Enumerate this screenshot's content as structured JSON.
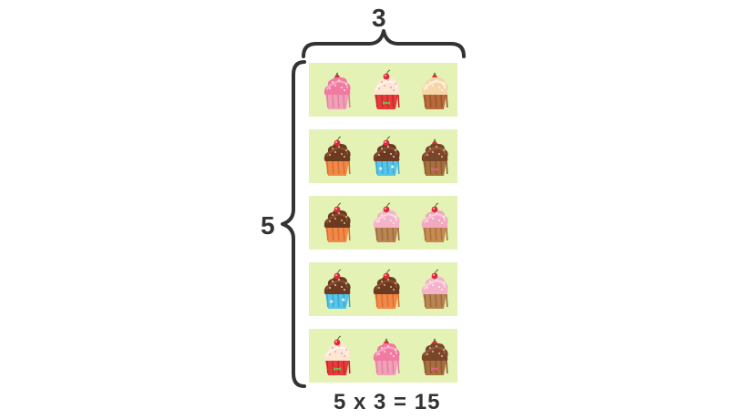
{
  "top_count": "3",
  "side_count": "5",
  "equation": "5 x 3 = 15",
  "colors": {
    "panel": "#e4f2b6",
    "brace": "#333333",
    "text": "#333333"
  },
  "rows": [
    [
      "pink-frosted-cupcake-icon",
      "cherry-cream-cupcake-icon",
      "cream-chocolate-cupcake-icon"
    ],
    [
      "chocolate-cherry-cupcake-icon",
      "cherry-blue-cupcake-icon",
      "chocolate-bow-cupcake-icon"
    ],
    [
      "chocolate-cherry-cupcake-icon",
      "pink-cream-cupcake-icon",
      "pink-cherry-cupcake-icon"
    ],
    [
      "cherry-blue-cupcake-icon",
      "chocolate-cherry-cupcake-icon",
      "pink-cream-cupcake-icon"
    ],
    [
      "cherry-cream-cupcake-icon",
      "pink-frosted-cupcake-icon",
      "chocolate-bow-cupcake-icon"
    ]
  ]
}
